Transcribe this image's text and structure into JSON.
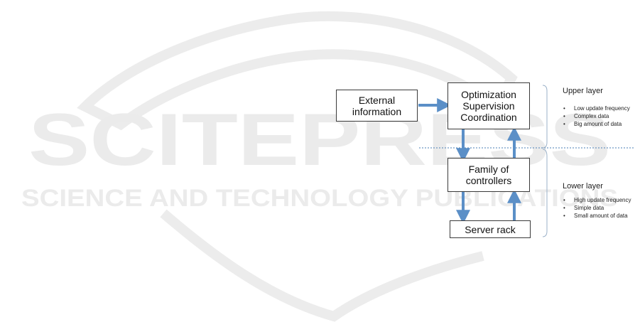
{
  "watermark": {
    "brand": "SCITEPRESS",
    "tagline": "SCIENCE AND TECHNOLOGY PUBLICATIONS"
  },
  "nodes": {
    "external": "External\ninformation",
    "optimization": "Optimization\nSupervision\nCoordination",
    "controllers": "Family of\ncontrollers",
    "server": "Server rack"
  },
  "layers": {
    "upper": {
      "title": "Upper layer",
      "items": [
        "Low update frequency",
        "Complex data",
        "Big amount of data"
      ]
    },
    "lower": {
      "title": "Lower layer",
      "items": [
        "High update frequency",
        "Simple data",
        "Small amount of data"
      ]
    }
  },
  "colors": {
    "arrow": "#5b8fc7",
    "divider": "#4a7fb5",
    "bracket": "#9ab0c8",
    "watermark": "#e9e9e9"
  }
}
